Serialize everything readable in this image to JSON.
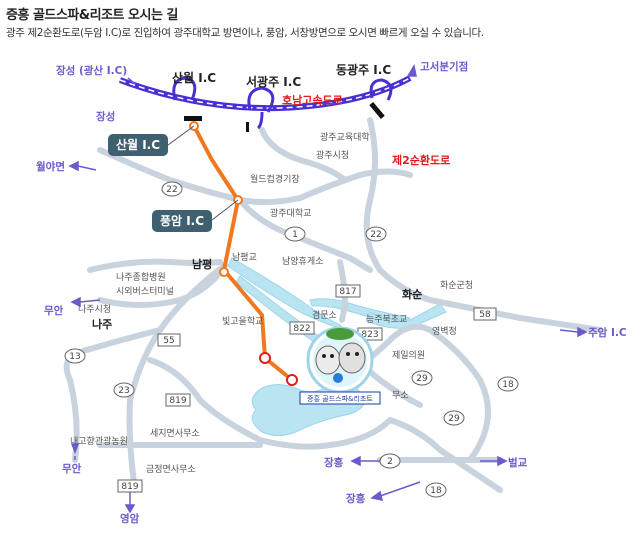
{
  "header": {
    "title": "증흥 골드스파&리조트 오시는 길",
    "subtitle": "광주 제2순환도로(두암 I.C)로 진입하여 광주대학교 방면이나, 풍암, 서창방면으로 오시면 빠르게 오실 수 있습니다."
  },
  "map": {
    "highway_name": "호남고속도로",
    "ring_road_name": "제2순환도로",
    "interchanges": {
      "sanwol_top": "산월 I.C",
      "seogwangju": "서광주 I.C",
      "donggwangju": "동광주 I.C",
      "sanwol_box": "산월 I.C",
      "pungam_box": "풍암 I.C"
    },
    "directions": {
      "jangseong": "장성 (광산 I.C)",
      "goseo": "고서분기점",
      "jangseong2": "장성",
      "wolyamyeon": "월야면",
      "muan1": "무안",
      "muan2": "무안",
      "yeongam": "영암",
      "juam": "주암 I.C",
      "janghung1": "장흥",
      "beolgyo": "벌교",
      "janghung2": "장흥"
    },
    "places": {
      "nampyeong": "남평",
      "naju": "나주",
      "hwasun": "화순",
      "gj_edu_univ": "광주교육대학",
      "gj_city_hall": "광주시청",
      "worldcup": "월드컵경기장",
      "gj_univ": "광주대학교",
      "nampyeong_bridge": "남평교",
      "nampyeong_rest": "남양휴게소",
      "naju_hospital": "나주종합병원",
      "city_bus": "시외버스터미널",
      "naju_cityhall": "나주시청",
      "bitgoeul": "빛고을학교",
      "gwonmunso": "겸문소",
      "neungju": "능주북초교",
      "yeongbyeok": "영벽정",
      "jeil_clinic": "제일의원",
      "hwasun_county": "화순군청",
      "airport": "내고향관광농원",
      "sejimyeon": "세지면사무소",
      "geumjeong": "금정면사무소",
      "muso": "무소"
    },
    "road_numbers": {
      "r22a": "22",
      "r1": "1",
      "r22b": "22",
      "r817": "817",
      "r822": "822",
      "r823": "823",
      "r55": "55",
      "r58": "58",
      "r13": "13",
      "r23": "23",
      "r819a": "819",
      "r819b": "819",
      "r29a": "29",
      "r29b": "29",
      "r18a": "18",
      "r18b": "18",
      "r2": "2"
    },
    "resort_label": "증흥 골드스파&리조트",
    "colors": {
      "highway": "#4b2fd6",
      "route": "#f07820",
      "road": "#c8d3de",
      "water": "#b9e4f2",
      "box": "#3f6070",
      "arrow": "#6a5acd",
      "red": "#e31b1b"
    }
  }
}
